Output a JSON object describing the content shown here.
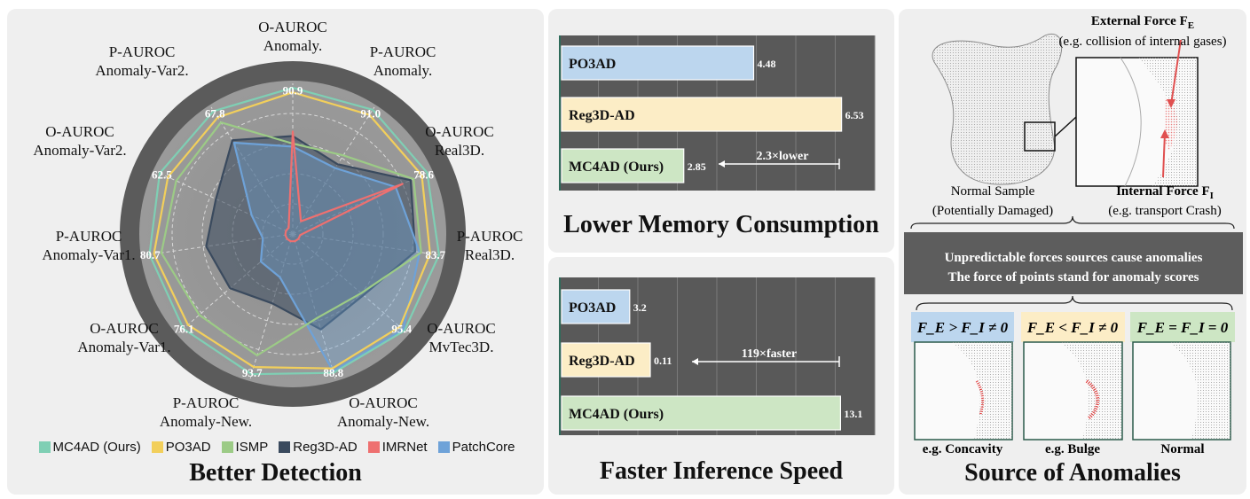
{
  "chart_data": [
    {
      "type": "radar",
      "title": "Better Detection",
      "axes": [
        {
          "label": "O-AUROC\nAnomaly.",
          "value_label": "90.9"
        },
        {
          "label": "P-AUROC\nAnomaly.",
          "value_label": "91.0"
        },
        {
          "label": "O-AUROC\nReal3D.",
          "value_label": "78.6"
        },
        {
          "label": "P-AUROC\nReal3D.",
          "value_label": "83.7"
        },
        {
          "label": "O-AUROC\nMvTec3D.",
          "value_label": "95.4"
        },
        {
          "label": "O-AUROC\nAnomaly-New.",
          "value_label": "88.8"
        },
        {
          "label": "P-AUROC\nAnomaly-New.",
          "value_label": "93.7"
        },
        {
          "label": "O-AUROC\nAnomaly-Var1.",
          "value_label": "76.1"
        },
        {
          "label": "P-AUROC\nAnomaly-Var1.",
          "value_label": "80.7"
        },
        {
          "label": "O-AUROC\nAnomaly-Var2.",
          "value_label": "62.5"
        },
        {
          "label": "P-AUROC\nAnomaly-Var2.",
          "value_label": "67.8"
        }
      ],
      "range": [
        0,
        1
      ],
      "series": [
        {
          "name": "MC4AD (Ours)",
          "color": "#7fcfb4",
          "values": [
            0.97,
            0.98,
            0.98,
            0.98,
            0.98,
            0.96,
            0.97,
            0.96,
            0.96,
            0.97,
            0.97
          ],
          "fill": false
        },
        {
          "name": "PO3AD",
          "color": "#f2cf5b",
          "values": [
            0.94,
            0.94,
            0.94,
            0.92,
            0.94,
            0.93,
            0.92,
            0.92,
            0.93,
            0.91,
            0.92
          ],
          "fill": false
        },
        {
          "name": "ISMP",
          "color": "#9ccb86",
          "values": [
            0.6,
            0.62,
            0.88,
            0.86,
            0.6,
            0.58,
            0.84,
            0.82,
            0.88,
            0.85,
            0.88
          ],
          "fill": false
        },
        {
          "name": "Reg3D-AD",
          "color": "#3a4a5e",
          "values": [
            0.65,
            0.55,
            0.86,
            0.82,
            0.62,
            0.66,
            0.48,
            0.55,
            0.58,
            0.56,
            0.74
          ],
          "fill": true
        },
        {
          "name": "IMRNet",
          "color": "#ee7070",
          "values": [
            0.68,
            0.1,
            0.8,
            0.05,
            0.05,
            0.05,
            0.05,
            0.05,
            0.05,
            0.05,
            0.05
          ],
          "fill": false
        },
        {
          "name": "PatchCore",
          "color": "#6ea2d8",
          "values": [
            0.58,
            0.52,
            0.75,
            0.85,
            0.97,
            0.95,
            0.3,
            0.28,
            0.2,
            0.3,
            0.72
          ],
          "fill": true
        }
      ],
      "grid": true,
      "legend": "bottom"
    },
    {
      "type": "bar",
      "orientation": "horizontal",
      "title": "Lower Memory Consumption",
      "categories": [
        "PO3AD",
        "Reg3D-AD",
        "MC4AD (Ours)"
      ],
      "values": [
        4.48,
        6.53,
        2.85
      ],
      "colors": [
        "#bcd6ee",
        "#fcedc6",
        "#cde6c4"
      ],
      "xlim": [
        0,
        7.2
      ],
      "annotation": "2.3×lower",
      "grid": true
    },
    {
      "type": "bar",
      "orientation": "horizontal",
      "title": "Faster Inference Speed",
      "categories": [
        "PO3AD",
        "Reg3D-AD",
        "MC4AD (Ours)"
      ],
      "values": [
        3.2,
        0.11,
        13.1
      ],
      "colors": [
        "#bcd6ee",
        "#fcedc6",
        "#cde6c4"
      ],
      "xlim": [
        0,
        14.5
      ],
      "annotation": "119×faster",
      "grid": true
    }
  ],
  "source": {
    "title": "Source of Anomalies",
    "external_force": "External Force F",
    "external_sub": "E",
    "external_note": "(e.g. collision of internal gases)",
    "internal_force": "Internal Force F",
    "internal_sub": "I",
    "internal_note": "(e.g. transport Crash)",
    "normal_sample": "Normal Sample",
    "normal_sample_note": "(Potentially Damaged)",
    "banner_line1": "Unpredictable forces sources cause anomalies",
    "banner_line2": "The force of points stand for anomaly scores",
    "cases": [
      {
        "label": "F_E > F_I ≠ 0",
        "caption": "e.g. Concavity",
        "color": "#bcd6ee"
      },
      {
        "label": "F_E < F_I ≠ 0",
        "caption": "e.g. Bulge",
        "color": "#fcedc6"
      },
      {
        "label": "F_E = F_I = 0",
        "caption": "Normal",
        "color": "#cde6c4"
      }
    ]
  }
}
